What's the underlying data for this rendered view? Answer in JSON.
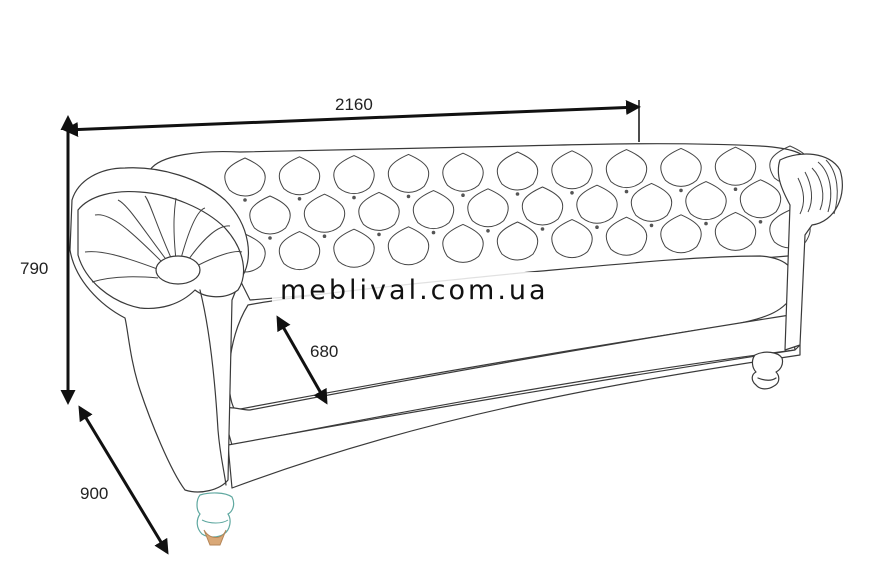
{
  "dimensions": {
    "width_label": "2160",
    "height_label": "790",
    "seat_depth_label": "680",
    "depth_label": "900"
  },
  "watermark": "meblival.com.ua",
  "colors": {
    "line": "#3a3a3a",
    "arrow": "#111111",
    "foot_wood": "#d9a877",
    "foot_tint": "#5fa8a0"
  }
}
